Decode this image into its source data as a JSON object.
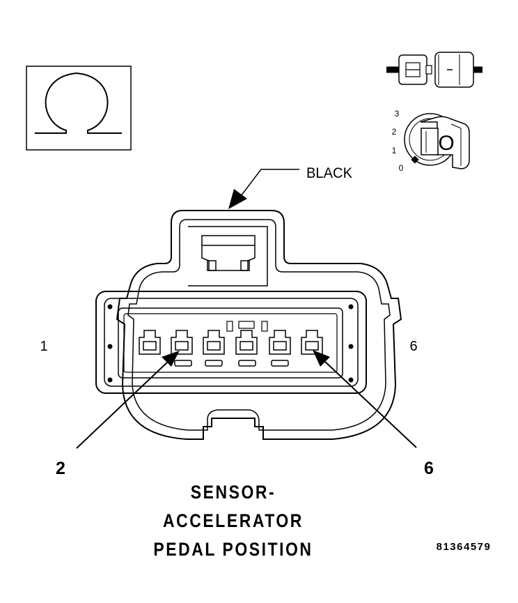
{
  "connector": {
    "color_label": "BLACK",
    "pin_range_left": "1",
    "pin_range_right": "6",
    "callouts": [
      "2",
      "6"
    ]
  },
  "title_lines": [
    "SENSOR-",
    "ACCELERATOR",
    "PEDAL POSITION"
  ],
  "figure_id": "81364579",
  "ignition_positions": [
    "3",
    "2",
    "1",
    "0"
  ],
  "ignition_key_label": "O",
  "icons": [
    "ground-omega-icon",
    "connector-disconnect-icon",
    "ignition-switch-icon"
  ]
}
